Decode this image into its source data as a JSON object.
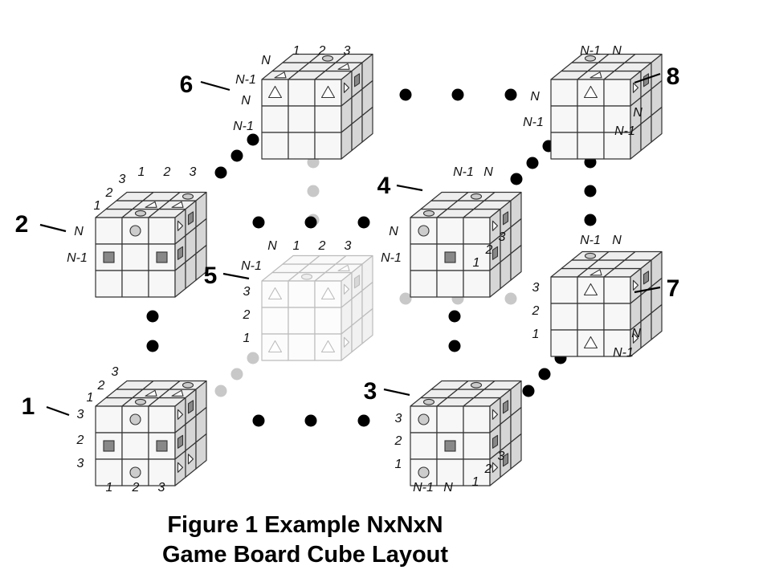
{
  "caption": {
    "line1": "Figure 1 Example NxNxN",
    "line2": "Game Board Cube Layout"
  },
  "cube_labels": [
    "1",
    "2",
    "3",
    "4",
    "5",
    "6",
    "7",
    "8"
  ],
  "index_labels": {
    "one": "1",
    "two": "2",
    "three": "3",
    "n": "N",
    "n_minus_1": "N-1"
  },
  "colors": {
    "face_top": "#eeeeee",
    "face_front": "#f7f7f7",
    "face_side": "#d6d6d6",
    "edge": "#333333",
    "marker_fill": "#888888",
    "dot_near": "#000000",
    "dot_far": "#c8c8c8"
  }
}
